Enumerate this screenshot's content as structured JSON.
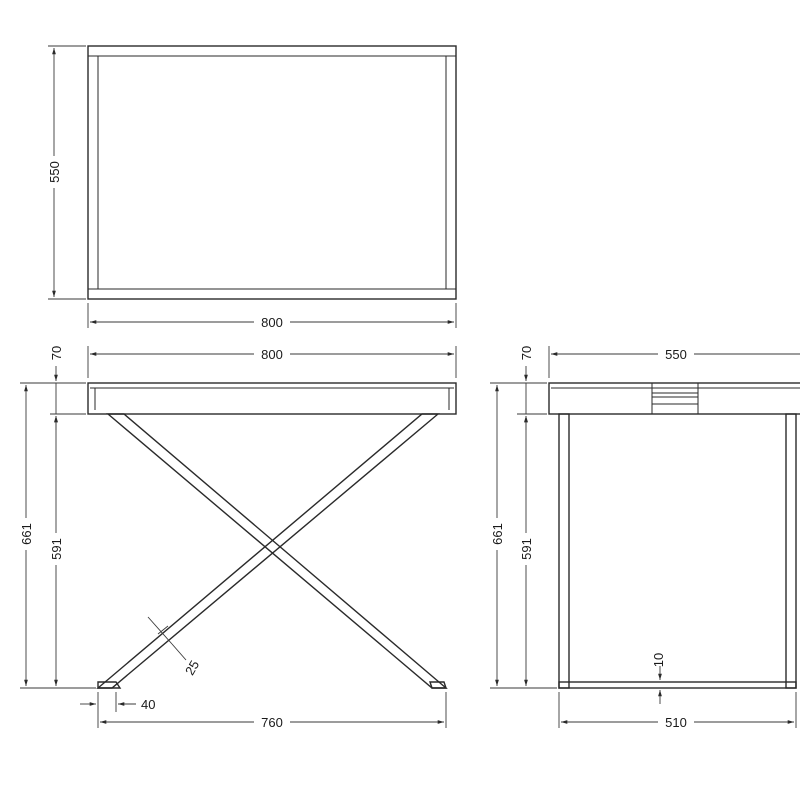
{
  "top_view": {
    "width_label": "800",
    "depth_label": "550"
  },
  "front_view": {
    "width_label": "800",
    "tray_height_label": "70",
    "total_height_label": "661",
    "leg_height_label": "591",
    "leg_width_label": "25",
    "foot_label": "40",
    "base_width_label": "760"
  },
  "side_view": {
    "depth_label": "550",
    "tray_height_label": "70",
    "total_height_label": "661",
    "leg_height_label": "591",
    "rail_label": "10",
    "base_width_label": "510"
  }
}
